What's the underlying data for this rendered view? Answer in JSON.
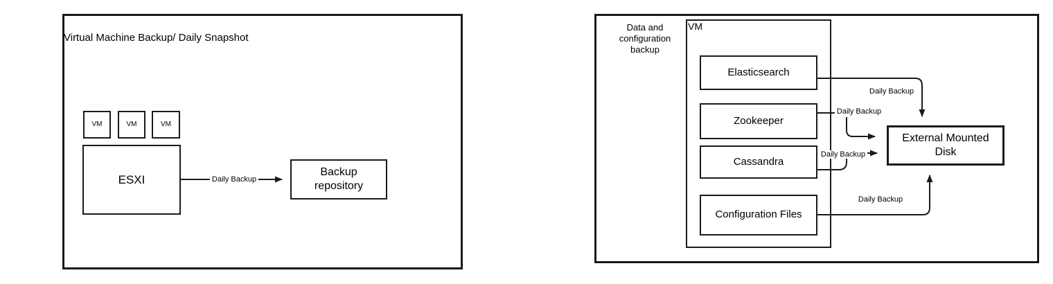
{
  "diagram1": {
    "title": "Virtual Machine Backup/ Daily Snapshot",
    "vm_labels": [
      "VM",
      "VM",
      "VM"
    ],
    "host_label": "ESXI",
    "flow_label": "Daily Backup",
    "target_label": "Backup repository"
  },
  "diagram2": {
    "group_label": "Data and configuration backup",
    "container_label": "VM",
    "services": [
      "Elasticsearch",
      "Zookeeper",
      "Cassandra",
      "Configuration Files"
    ],
    "flows": {
      "elasticsearch": "Daily Backup",
      "zookeeper": "Daily Backup",
      "cassandra": "Daily Backup",
      "configuration_files": "Daily Backup"
    },
    "target_label": "External Mounted Disk"
  },
  "colors": {
    "stroke": "#1a1a1a",
    "text": "#000000",
    "background": "#ffffff"
  }
}
